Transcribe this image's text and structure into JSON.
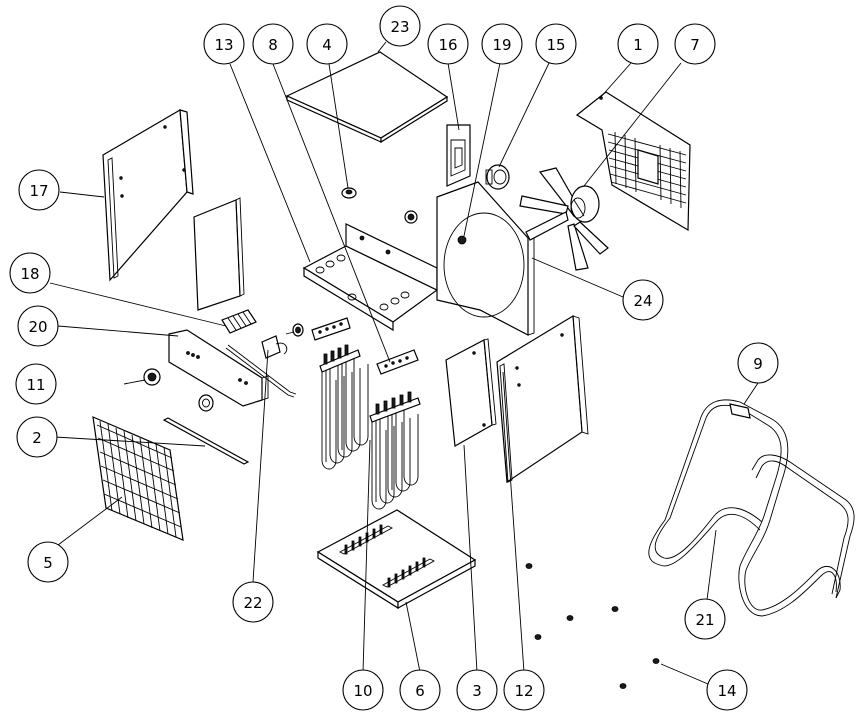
{
  "diagram": {
    "callouts": [
      {
        "id": "c1",
        "label": "1"
      },
      {
        "id": "c2",
        "label": "2"
      },
      {
        "id": "c3",
        "label": "3"
      },
      {
        "id": "c4",
        "label": "4"
      },
      {
        "id": "c5",
        "label": "5"
      },
      {
        "id": "c6",
        "label": "6"
      },
      {
        "id": "c7",
        "label": "7"
      },
      {
        "id": "c8",
        "label": "8"
      },
      {
        "id": "c9",
        "label": "9"
      },
      {
        "id": "c10",
        "label": "10"
      },
      {
        "id": "c11",
        "label": "11"
      },
      {
        "id": "c12",
        "label": "12"
      },
      {
        "id": "c13",
        "label": "13"
      },
      {
        "id": "c14",
        "label": "14"
      },
      {
        "id": "c15",
        "label": "15"
      },
      {
        "id": "c16",
        "label": "16"
      },
      {
        "id": "c17",
        "label": "17"
      },
      {
        "id": "c18",
        "label": "18"
      },
      {
        "id": "c19",
        "label": "19"
      },
      {
        "id": "c20",
        "label": "20"
      },
      {
        "id": "c21",
        "label": "21"
      },
      {
        "id": "c22",
        "label": "22"
      },
      {
        "id": "c23",
        "label": "23"
      },
      {
        "id": "c24",
        "label": "24"
      }
    ],
    "colors": {
      "ink": "#000000",
      "paper": "#ffffff"
    }
  }
}
